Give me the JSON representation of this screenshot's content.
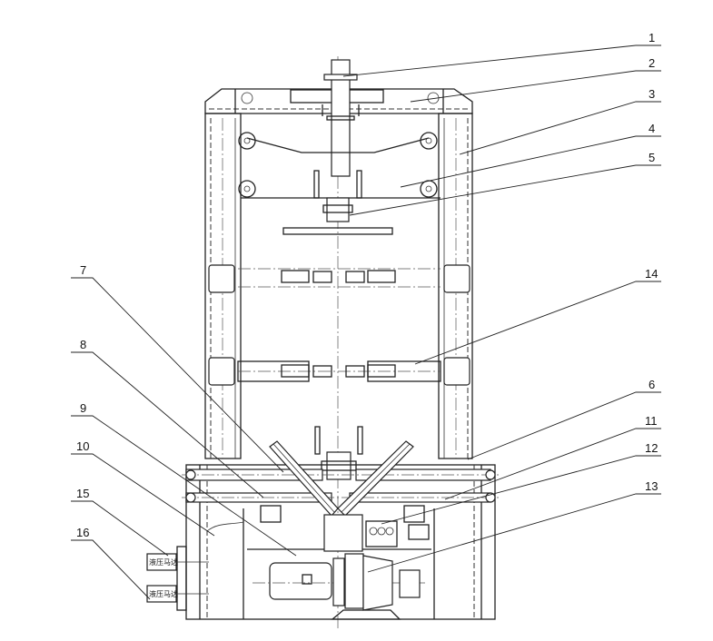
{
  "drawing": {
    "callouts_right": [
      {
        "num": "1"
      },
      {
        "num": "2"
      },
      {
        "num": "3"
      },
      {
        "num": "4"
      },
      {
        "num": "5"
      },
      {
        "num": "14"
      },
      {
        "num": "6"
      },
      {
        "num": "11"
      },
      {
        "num": "12"
      },
      {
        "num": "13"
      }
    ],
    "callouts_left": [
      {
        "num": "7"
      },
      {
        "num": "8"
      },
      {
        "num": "9"
      },
      {
        "num": "10"
      },
      {
        "num": "15"
      },
      {
        "num": "16"
      }
    ],
    "hydraulic_motor_labels": [
      "液压马达",
      "液压马达"
    ]
  }
}
